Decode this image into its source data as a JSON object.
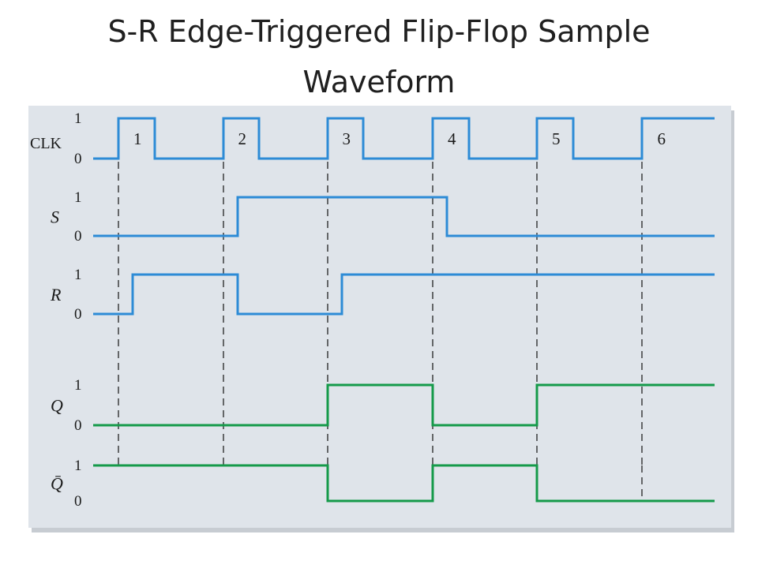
{
  "title_line1": "S-R Edge-Triggered Flip-Flop Sample",
  "title_line2": "Waveform",
  "colors": {
    "panel": "#dfe4ea",
    "blue": "#2d8bd6",
    "green": "#159a4a",
    "dash": "#222222"
  },
  "signals": [
    {
      "name": "CLK",
      "italic": false,
      "high": "1",
      "low": "0",
      "color": "blue",
      "waveform": "010101010101"
    },
    {
      "name": "S",
      "italic": true,
      "high": "1",
      "low": "0",
      "color": "blue",
      "waveform": "0110"
    },
    {
      "name": "R",
      "italic": true,
      "high": "1",
      "low": "0",
      "color": "blue",
      "waveform": "0101"
    },
    {
      "name": "Q",
      "italic": true,
      "high": "1",
      "low": "0",
      "color": "green",
      "waveform": "0101"
    },
    {
      "name": "Q̄",
      "italic": true,
      "high": "1",
      "low": "0",
      "color": "green",
      "waveform": "1010"
    }
  ],
  "clock_pulses": [
    "1",
    "2",
    "3",
    "4",
    "5",
    "6"
  ]
}
